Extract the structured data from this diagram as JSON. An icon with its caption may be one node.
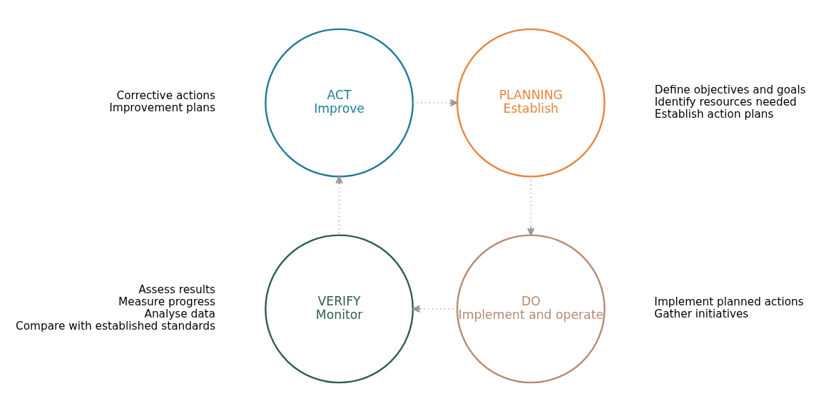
{
  "diagram": {
    "nodes": [
      {
        "text": [
          "ACT",
          "Improve"
        ],
        "beside": [
          "Corrective actions",
          "Improvement plans"
        ]
      },
      {
        "text": [
          "PLANNING",
          "Establish"
        ],
        "beside": [
          "Define objectives and goals",
          "Identify resources needed",
          "Establish action plans"
        ]
      },
      {
        "text": [
          "DO",
          "Implement and operate"
        ],
        "beside": [
          "Implement planned actions",
          "Gather initiatives"
        ]
      },
      {
        "text": [
          "VERIFY",
          "Monitor"
        ],
        "beside": [
          "Assess results",
          "Measure progress",
          "Analyse data",
          "Compare with established standards"
        ]
      }
    ],
    "edges": [
      {
        "from": 0,
        "to": 1,
        "arrow": "to",
        "style": "dashed"
      },
      {
        "from": 1,
        "to": 2,
        "arrow": "to",
        "style": "dashed"
      },
      {
        "from": 2,
        "to": 3,
        "arrow": "to",
        "style": "dashed"
      },
      {
        "from": 3,
        "to": 0,
        "arrow": "to",
        "style": "dashed"
      }
    ]
  }
}
